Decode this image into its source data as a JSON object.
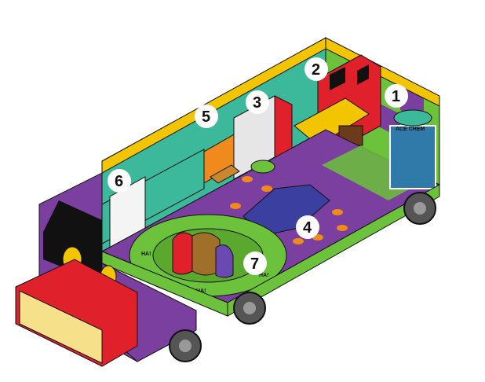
{
  "illustration": {
    "subject": "truck-interior-cutaway",
    "tank_label": "ACE CHEM",
    "rug_text": "HA!",
    "colors": {
      "purple": "#7b3fa0",
      "green": "#6cc23a",
      "yellow": "#f2c500",
      "teal": "#3cb89a",
      "red": "#e0202a",
      "orange": "#f08a1c",
      "wheel": "#555555"
    }
  },
  "callouts": [
    {
      "label": "1"
    },
    {
      "label": "2"
    },
    {
      "label": "3"
    },
    {
      "label": "4"
    },
    {
      "label": "5"
    },
    {
      "label": "6"
    },
    {
      "label": "7"
    }
  ]
}
